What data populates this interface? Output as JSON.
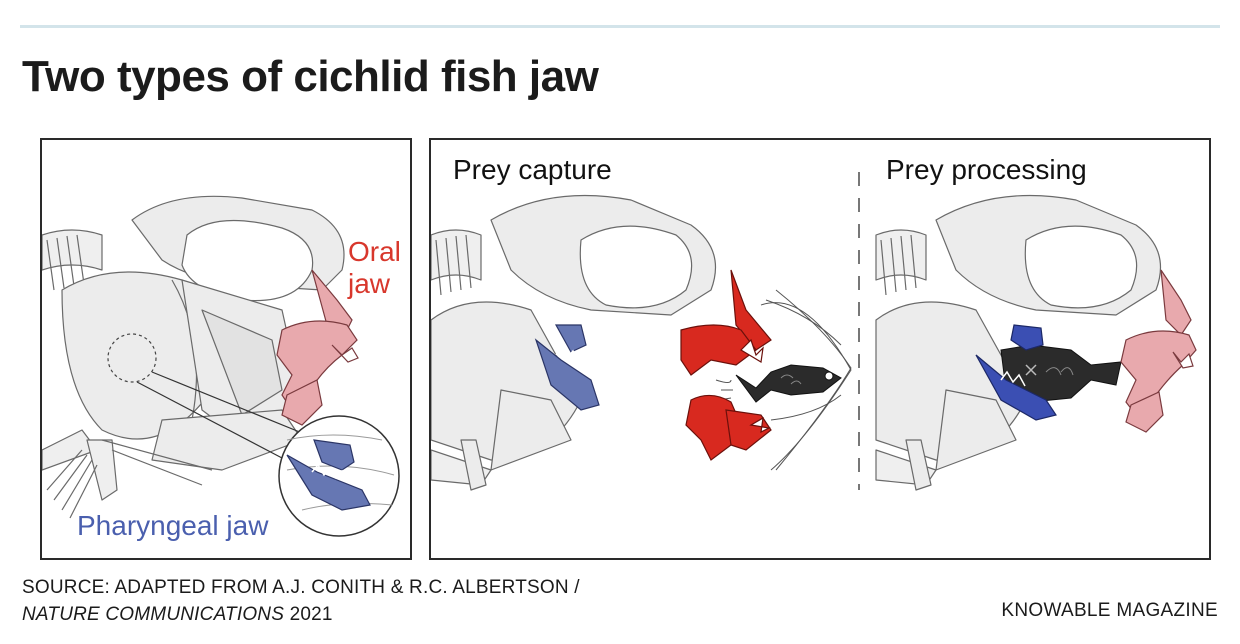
{
  "title": "Two types of cichlid fish jaw",
  "left_panel": {
    "oral_label_line1": "Oral",
    "oral_label_line2": "jaw",
    "pharyngeal_label": "Pharyngeal jaw"
  },
  "right_panel": {
    "capture_header": "Prey capture",
    "processing_header": "Prey processing"
  },
  "source": {
    "line1": "SOURCE: ADAPTED FROM A.J. CONITH & R.C. ALBERTSON /",
    "journal": "NATURE COMMUNICATIONS",
    "year": " 2021"
  },
  "credit": "KNOWABLE MAGAZINE",
  "colors": {
    "oral_jaw": "#e8a9ad",
    "oral_jaw_active": "#d8291f",
    "pharyngeal_jaw": "#6677b3",
    "pharyngeal_jaw_active": "#3b4fb3",
    "prey_fish": "#2b2b2b",
    "skull": "#e8e8e8"
  }
}
